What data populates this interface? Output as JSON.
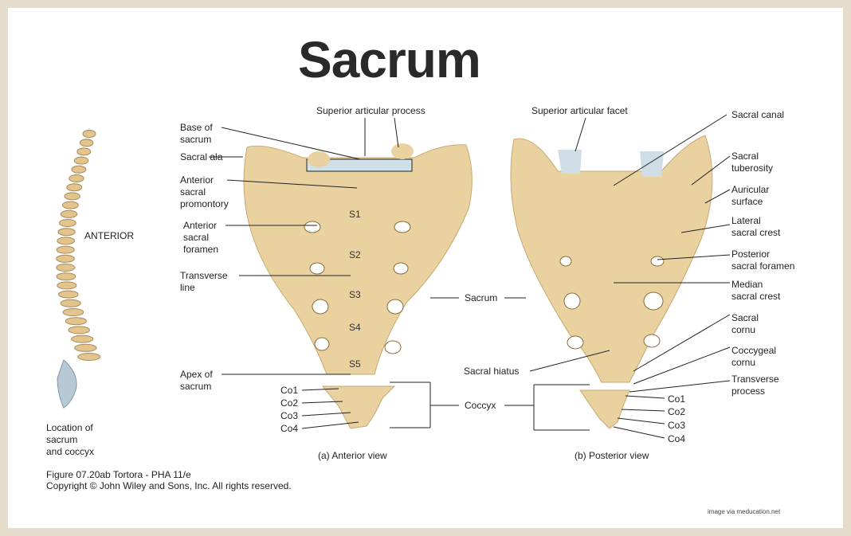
{
  "title": "Sacrum",
  "spine": {
    "orientation": "ANTERIOR",
    "caption": "Location of\nsacrum\nand coccyx"
  },
  "anterior": {
    "caption": "(a) Anterior view",
    "labels": {
      "superior_articular_process": "Superior articular process",
      "base": "Base of\nsacrum",
      "ala": "Sacral ala",
      "promontory": "Anterior\nsacral\npromontory",
      "foramen": "Anterior\nsacral\nforamen",
      "transverse_line": "Transverse\nline",
      "apex": "Apex of\nsacrum"
    },
    "segments": [
      "S1",
      "S2",
      "S3",
      "S4",
      "S5"
    ],
    "coccyx": [
      "Co1",
      "Co2",
      "Co3",
      "Co4"
    ]
  },
  "middle": {
    "sacrum": "Sacrum",
    "coccyx": "Coccyx",
    "sacral_hiatus": "Sacral hiatus"
  },
  "posterior": {
    "caption": "(b) Posterior view",
    "labels": {
      "superior_articular_facet": "Superior articular facet",
      "sacral_canal": "Sacral canal",
      "tuberosity": "Sacral\ntuberosity",
      "auricular": "Auricular\nsurface",
      "lateral_crest": "Lateral\nsacral crest",
      "foramen": "Posterior\nsacral foramen",
      "median_crest": "Median\nsacral crest",
      "cornu": "Sacral\ncornu",
      "coccygeal_cornu": "Coccygeal\ncornu",
      "transverse_process": "Transverse\nprocess"
    },
    "coccyx": [
      "Co1",
      "Co2",
      "Co3",
      "Co4"
    ]
  },
  "credit": {
    "figure": "Figure 07.20ab  Tortora - PHA 11/e",
    "copyright": "Copyright © John Wiley and Sons, Inc. All rights reserved.",
    "source": "image via meducation.net"
  }
}
